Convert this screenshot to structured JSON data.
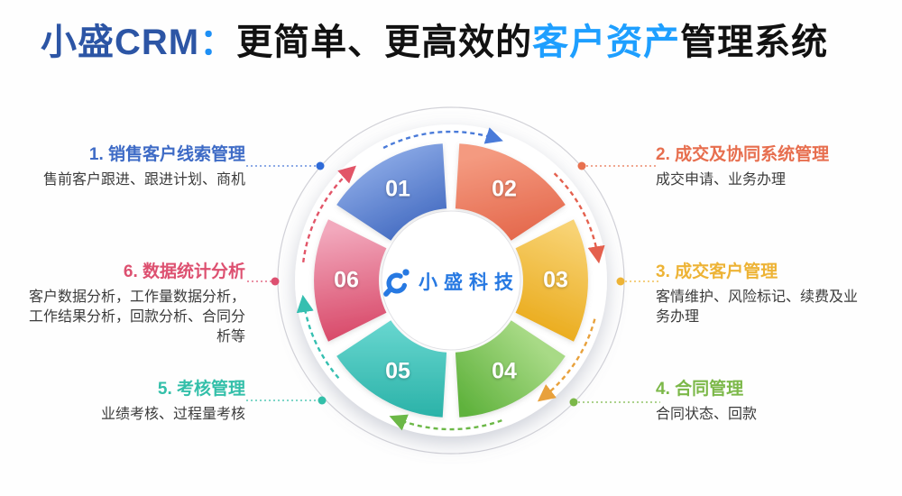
{
  "title": {
    "brand": "小盛CRM",
    "colon": "：",
    "pre": "更简单、更高效的",
    "highlight": "客户资产",
    "post": "管理系统",
    "brand_color": "#2c55a5",
    "highlight_color": "#1e9fff"
  },
  "center": {
    "logo_text": "小盛科技",
    "logo_color": "#2779e2",
    "logo_icon": "wrench-swirl-icon"
  },
  "sections": [
    {
      "title": "1. 销售客户线索管理",
      "desc": "售前客户跟进、跟进计划、商机",
      "color": "#3e6bc6",
      "side": "left"
    },
    {
      "title": "2. 成交及协同系统管理",
      "desc": "成交申请、业务办理",
      "color": "#e76e4e",
      "side": "right"
    },
    {
      "title": "3. 成交客户管理",
      "desc": "客情维护、风险标记、续费及业务办理",
      "color": "#edb335",
      "side": "right"
    },
    {
      "title": "4. 合同管理",
      "desc": "合同状态、回款",
      "color": "#7cb849",
      "side": "right"
    },
    {
      "title": "5. 考核管理",
      "desc": "业绩考核、过程量考核",
      "color": "#33bfa9",
      "side": "left"
    },
    {
      "title": "6. 数据统计分析",
      "desc": "客户数据分析，工作量数据分析，工作结果分析，回款分析、合同分析等",
      "color": "#dd5070",
      "side": "left"
    }
  ],
  "segments": [
    {
      "number": "01",
      "color_light": "#8fade8",
      "color_dark": "#3e66be"
    },
    {
      "number": "02",
      "color_light": "#f49a80",
      "color_dark": "#e4674b"
    },
    {
      "number": "03",
      "color_light": "#f8d375",
      "color_dark": "#ebae22"
    },
    {
      "number": "04",
      "color_light": "#a8da86",
      "color_dark": "#5fb23c"
    },
    {
      "number": "05",
      "color_light": "#67d6cf",
      "color_dark": "#2cb3a9"
    },
    {
      "number": "06",
      "color_light": "#f2a9bd",
      "color_dark": "#d84868"
    }
  ]
}
